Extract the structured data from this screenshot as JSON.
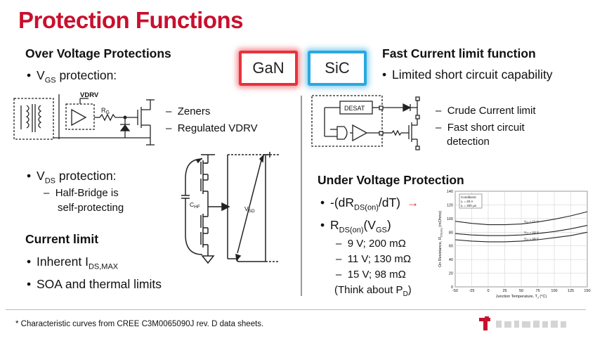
{
  "title": "Protection Functions",
  "tags": {
    "gan": "GaN",
    "sic": "SiC"
  },
  "left": {
    "ovp_heading": "Over Voltage Protections",
    "vgs": {
      "pre": "V",
      "sub": "GS",
      "post": " protection:"
    },
    "vgs_notes": [
      "Zeners",
      "Regulated VDRV"
    ],
    "vds": {
      "pre": "V",
      "sub": "DS",
      "post": " protection:"
    },
    "vds_sub": [
      "Half-Bridge is",
      "self-protecting"
    ],
    "current_heading": "Current limit",
    "current_items": {
      "inherent_pre": "Inherent I",
      "inherent_sub": "DS,MAX",
      "soa": "SOA and thermal limits"
    }
  },
  "right": {
    "fast_heading": "Fast Current limit function",
    "fast_item": "Limited short circuit capability",
    "fast_notes": [
      "Crude Current limit",
      "Fast short circuit",
      "detection"
    ],
    "uvp_heading": "Under Voltage Protection",
    "uvp_item1": {
      "pre": "-(dR",
      "sub": "DS(on)",
      "post": "/dT)"
    },
    "uvp_item2": {
      "pre": "R",
      "sub": "DS(on)",
      "post": "(V",
      "sub2": "GS",
      "post2": ")"
    },
    "uvp_values": [
      "9 V; 200 mΩ",
      "11 V; 130 mΩ",
      "15 V; 98 mΩ"
    ],
    "think": {
      "pre": "(Think about P",
      "sub": "D",
      "post": ")"
    }
  },
  "schem": {
    "vdrv": "VDRV",
    "rg": "R",
    "rg_sub": "G",
    "desat": "DESAT",
    "chf": "C",
    "chf_sub": "HF",
    "vsd": "V",
    "vsd_sub": "SD"
  },
  "chart_data": {
    "type": "line",
    "xlabel": "Junction Temperature, T",
    "xlabel_sub": "J",
    "xlabel_unit": " (°C)",
    "ylabel": "On Resistance, R",
    "ylabel_sub": "DS(on)",
    "ylabel_unit": " (mOhms)",
    "xlim": [
      -50,
      150
    ],
    "ylim": [
      0,
      140
    ],
    "x_ticks": [
      "-50",
      "-25",
      "0",
      "25",
      "50",
      "75",
      "100",
      "125",
      "150"
    ],
    "y_ticks": [
      "0",
      "20",
      "40",
      "60",
      "80",
      "100",
      "120",
      "140"
    ],
    "conditions": [
      "Conditions:",
      "I₀ = 20 A",
      "tₚ = 200 μs"
    ],
    "x": [
      -50,
      -25,
      0,
      25,
      50,
      75,
      100,
      125,
      150
    ],
    "series": [
      {
        "name": "V₀ₛ = 11 V",
        "values": [
          96,
          93,
          91,
          91,
          92,
          95,
          99,
          104,
          110
        ]
      },
      {
        "name": "V₀ₛ = 13 V",
        "values": [
          78,
          76,
          75,
          75,
          76,
          78,
          81,
          85,
          90
        ]
      },
      {
        "name": "V₀ₛ = 15 V",
        "values": [
          69,
          67,
          66,
          66,
          67,
          69,
          72,
          75,
          80
        ]
      }
    ]
  },
  "footnote": "* Characteristic curves from CREE C3M0065090J rev. D data sheets.",
  "logo": {
    "brand_color": "#c8102e"
  }
}
